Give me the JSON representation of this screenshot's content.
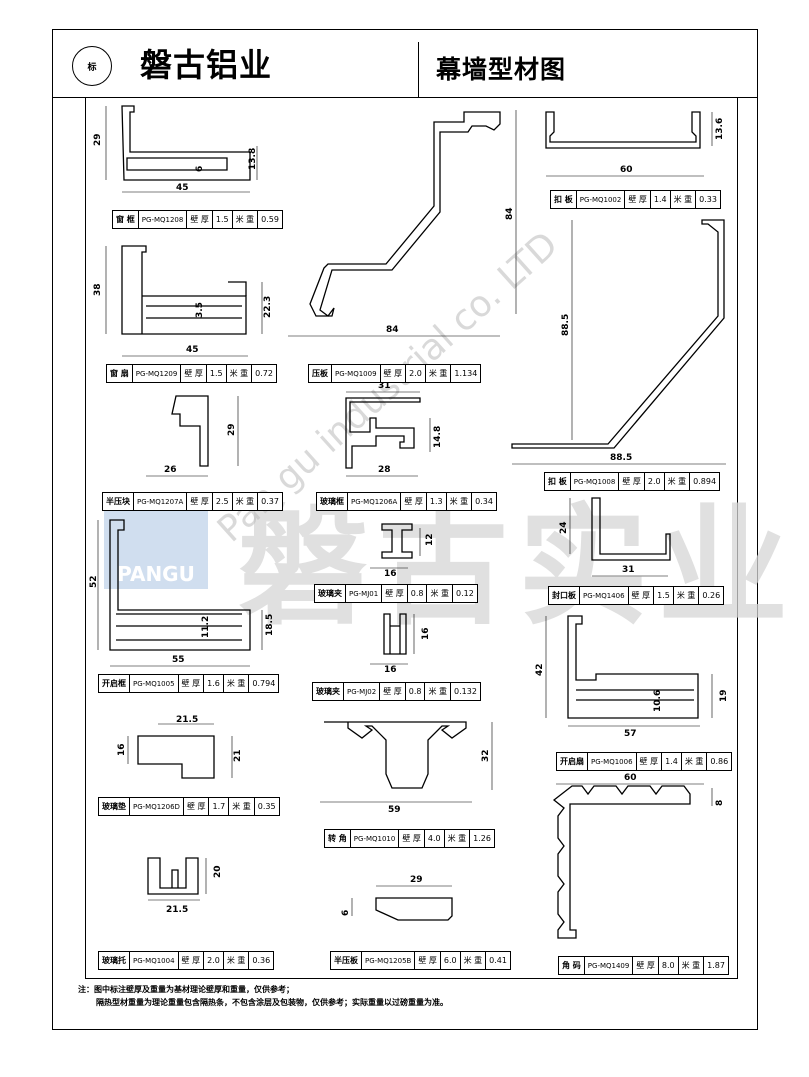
{
  "header": {
    "logo_text": "标",
    "company": "磐古铝业",
    "title": "幕墙型材图"
  },
  "watermark": {
    "brand_en": "PANGU",
    "brand_cn": "磐古实业",
    "diagonal": "Pan gu industrial co. LTD"
  },
  "parts": [
    {
      "id": "p1",
      "name": "窗 框",
      "code": "PG-MQ1208",
      "wall_label": "壁 厚",
      "wall": "1.5",
      "weight_label": "米 重",
      "weight": "0.59"
    },
    {
      "id": "p2",
      "name": "窗 扇",
      "code": "PG-MQ1209",
      "wall_label": "壁 厚",
      "wall": "1.5",
      "weight_label": "米 重",
      "weight": "0.72"
    },
    {
      "id": "p3",
      "name": "半压块",
      "code": "PG-MQ1207A",
      "wall_label": "壁 厚",
      "wall": "2.5",
      "weight_label": "米 重",
      "weight": "0.37"
    },
    {
      "id": "p4",
      "name": "开启框",
      "code": "PG-MQ1005",
      "wall_label": "壁 厚",
      "wall": "1.6",
      "weight_label": "米 重",
      "weight": "0.794"
    },
    {
      "id": "p5",
      "name": "玻璃垫",
      "code": "PG-MQ1206D",
      "wall_label": "壁 厚",
      "wall": "1.7",
      "weight_label": "米 重",
      "weight": "0.35"
    },
    {
      "id": "p6",
      "name": "玻璃托",
      "code": "PG-MQ1004",
      "wall_label": "壁 厚",
      "wall": "2.0",
      "weight_label": "米 重",
      "weight": "0.36"
    },
    {
      "id": "p7",
      "name": "压板",
      "code": "PG-MQ1009",
      "wall_label": "壁 厚",
      "wall": "2.0",
      "weight_label": "米 重",
      "weight": "1.134"
    },
    {
      "id": "p8",
      "name": "玻璃框",
      "code": "PG-MQ1206A",
      "wall_label": "壁 厚",
      "wall": "1.3",
      "weight_label": "米 重",
      "weight": "0.34"
    },
    {
      "id": "p9",
      "name": "玻璃夹",
      "code": "PG-MJ01",
      "wall_label": "壁 厚",
      "wall": "0.8",
      "weight_label": "米 重",
      "weight": "0.12"
    },
    {
      "id": "p10",
      "name": "玻璃夹",
      "code": "PG-MJ02",
      "wall_label": "壁 厚",
      "wall": "0.8",
      "weight_label": "米 重",
      "weight": "0.132"
    },
    {
      "id": "p11",
      "name": "转 角",
      "code": "PG-MQ1010",
      "wall_label": "壁 厚",
      "wall": "4.0",
      "weight_label": "米 重",
      "weight": "1.26"
    },
    {
      "id": "p12",
      "name": "半压板",
      "code": "PG-MQ1205B",
      "wall_label": "壁 厚",
      "wall": "6.0",
      "weight_label": "米 重",
      "weight": "0.41"
    },
    {
      "id": "p13",
      "name": "扣 板",
      "code": "PG-MQ1002",
      "wall_label": "壁 厚",
      "wall": "1.4",
      "weight_label": "米 重",
      "weight": "0.33"
    },
    {
      "id": "p14",
      "name": "扣 板",
      "code": "PG-MQ1008",
      "wall_label": "壁 厚",
      "wall": "2.0",
      "weight_label": "米 重",
      "weight": "0.894"
    },
    {
      "id": "p15",
      "name": "封口板",
      "code": "PG-MQ1406",
      "wall_label": "壁 厚",
      "wall": "1.5",
      "weight_label": "米 重",
      "weight": "0.26"
    },
    {
      "id": "p16",
      "name": "开启扇",
      "code": "PG-MQ1006",
      "wall_label": "壁 厚",
      "wall": "1.4",
      "weight_label": "米 重",
      "weight": "0.86"
    },
    {
      "id": "p17",
      "name": "角 码",
      "code": "PG-MQ1409",
      "wall_label": "壁 厚",
      "wall": "8.0",
      "weight_label": "米 重",
      "weight": "1.87"
    }
  ],
  "dims": {
    "d1": [
      "29",
      "45",
      "6",
      "13.8"
    ],
    "d2": [
      "38",
      "45",
      "3.5",
      "22.3"
    ],
    "d3": [
      "29",
      "26"
    ],
    "d4": [
      "52",
      "55",
      "11.2",
      "18.5"
    ],
    "d5": [
      "21.5",
      "16",
      "21"
    ],
    "d6": [
      "20",
      "21.5"
    ],
    "d7": [
      "84",
      "84"
    ],
    "d8": [
      "31",
      "28",
      "14.8"
    ],
    "d9": [
      "12",
      "16"
    ],
    "d10": [
      "16",
      "16"
    ],
    "d11": [
      "32",
      "59"
    ],
    "d12": [
      "29",
      "6"
    ],
    "d13": [
      "60",
      "13.6"
    ],
    "d14": [
      "88.5",
      "88.5"
    ],
    "d15": [
      "24",
      "31"
    ],
    "d16": [
      "42",
      "57",
      "10.6",
      "19"
    ],
    "d17": [
      "60",
      "8"
    ]
  },
  "notes": [
    "注：图中标注壁厚及重量为基材理论壁厚和重量，仅供参考；",
    "隔热型材重量为理论重量包含隔热条，不包含涂层及包装物，仅供参考；实际重量以过磅重量为准。"
  ]
}
